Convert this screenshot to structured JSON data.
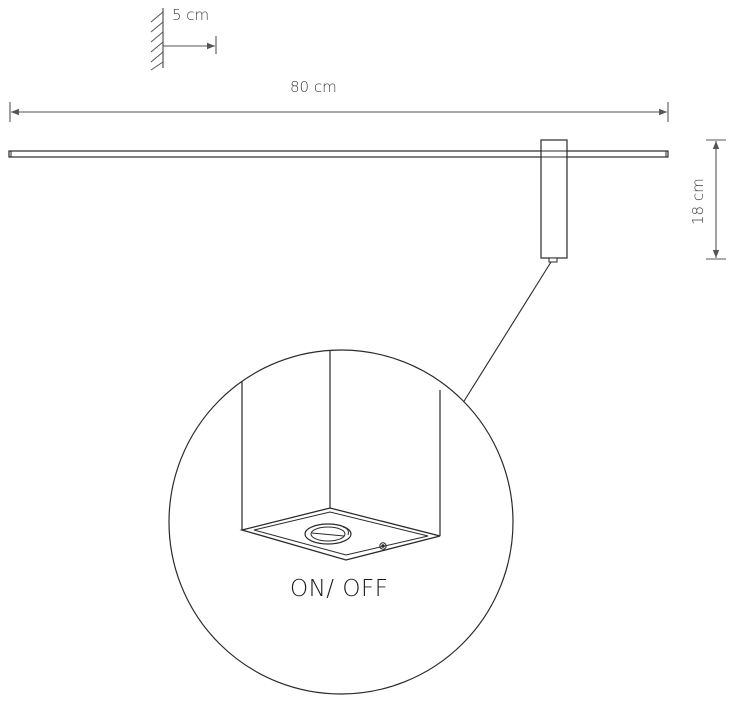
{
  "dimensions": {
    "depth": "5 cm",
    "width": "80 cm",
    "height": "18 cm"
  },
  "detail": {
    "switch_label": "ON/ OFF"
  },
  "colors": {
    "line": "#2a2a2a",
    "dimension_line": "#555555",
    "background": "#ffffff"
  }
}
